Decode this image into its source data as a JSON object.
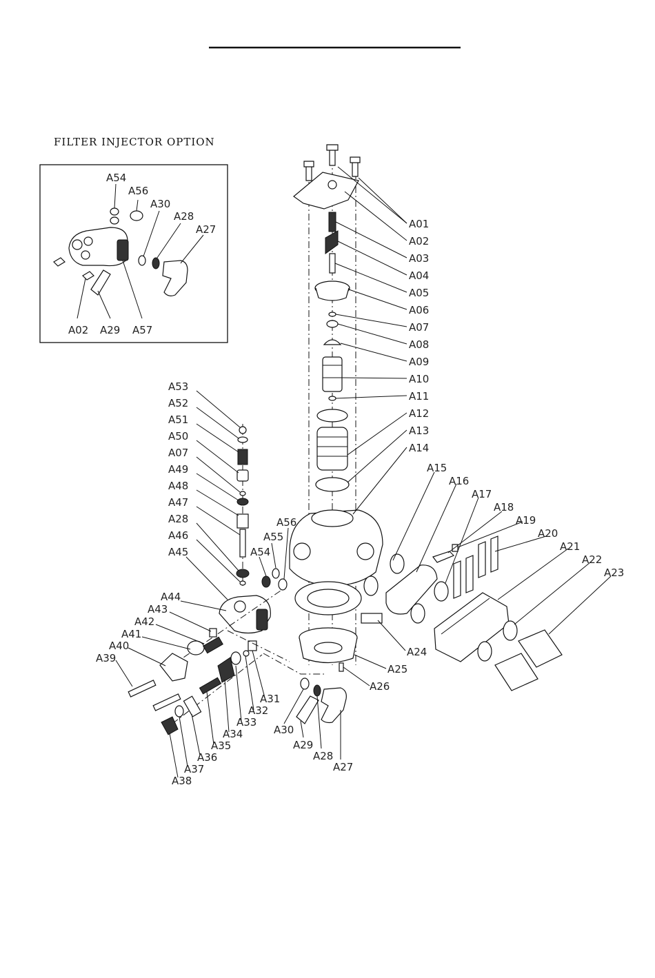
{
  "inset_title": "FILTER INJECTOR OPTION",
  "inset_labels": {
    "A54": "A54",
    "A56": "A56",
    "A30": "A30",
    "A28": "A28",
    "A27": "A27",
    "A02": "A02",
    "A29": "A29",
    "A57": "A57"
  },
  "right_labels": [
    "A01",
    "A02",
    "A03",
    "A04",
    "A05",
    "A06",
    "A07",
    "A08",
    "A09",
    "A10",
    "A11",
    "A12",
    "A13",
    "A14"
  ],
  "side_labels": [
    "A15",
    "A16",
    "A17",
    "A18",
    "A19",
    "A20",
    "A21",
    "A22",
    "A23"
  ],
  "lower_right_labels": [
    "A24",
    "A25",
    "A26"
  ],
  "left_stack_labels": [
    "A53",
    "A52",
    "A51",
    "A50",
    "A07",
    "A49",
    "A48",
    "A47",
    "A28",
    "A46",
    "A45"
  ],
  "mid_labels": [
    "A56",
    "A55",
    "A54"
  ],
  "injector_labels": [
    "A44",
    "A43",
    "A42",
    "A41",
    "A40",
    "A39"
  ],
  "bottom_labels": [
    "A31",
    "A32",
    "A33",
    "A34",
    "A35",
    "A36",
    "A37",
    "A38"
  ],
  "elbow_labels": [
    "A30",
    "A29",
    "A28",
    "A27"
  ]
}
